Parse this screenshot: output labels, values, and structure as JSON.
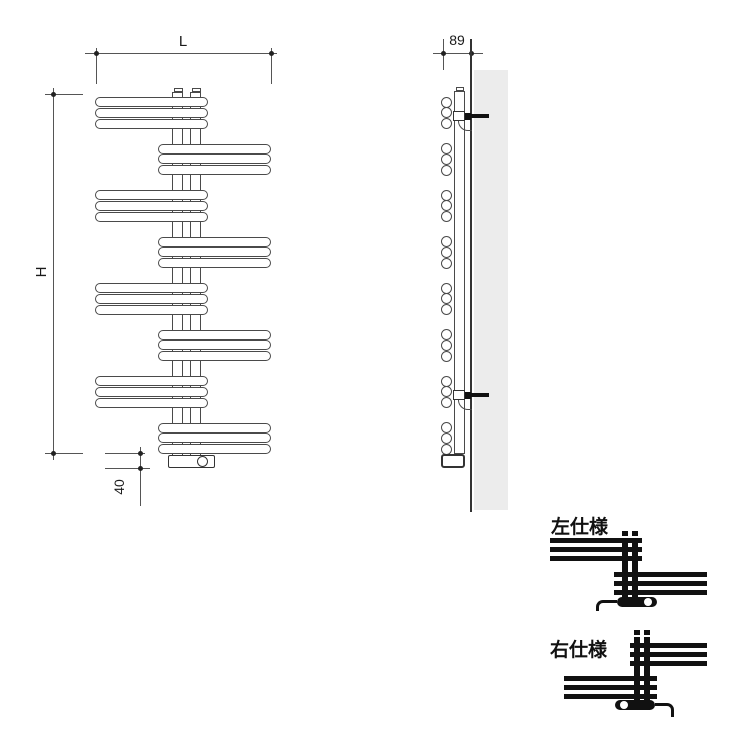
{
  "dimensions": {
    "width_label": "L",
    "height_label": "H",
    "depth": "89",
    "bottom_clearance": "40"
  },
  "spec_diagrams": {
    "left": {
      "label": "左仕様"
    },
    "right": {
      "label": "右仕様"
    }
  },
  "front_view": {
    "tube_groups": 8,
    "tubes_per_group": 3
  },
  "side_view": {
    "tube_rows": 8,
    "circles_per_row": 3,
    "wall_brackets": 2
  },
  "colors": {
    "line": "#4a4a4a",
    "dim_line": "#555555",
    "dot": "#222222",
    "wall_fill": "#ececec",
    "solid_black": "#111111",
    "background": "#ffffff"
  }
}
